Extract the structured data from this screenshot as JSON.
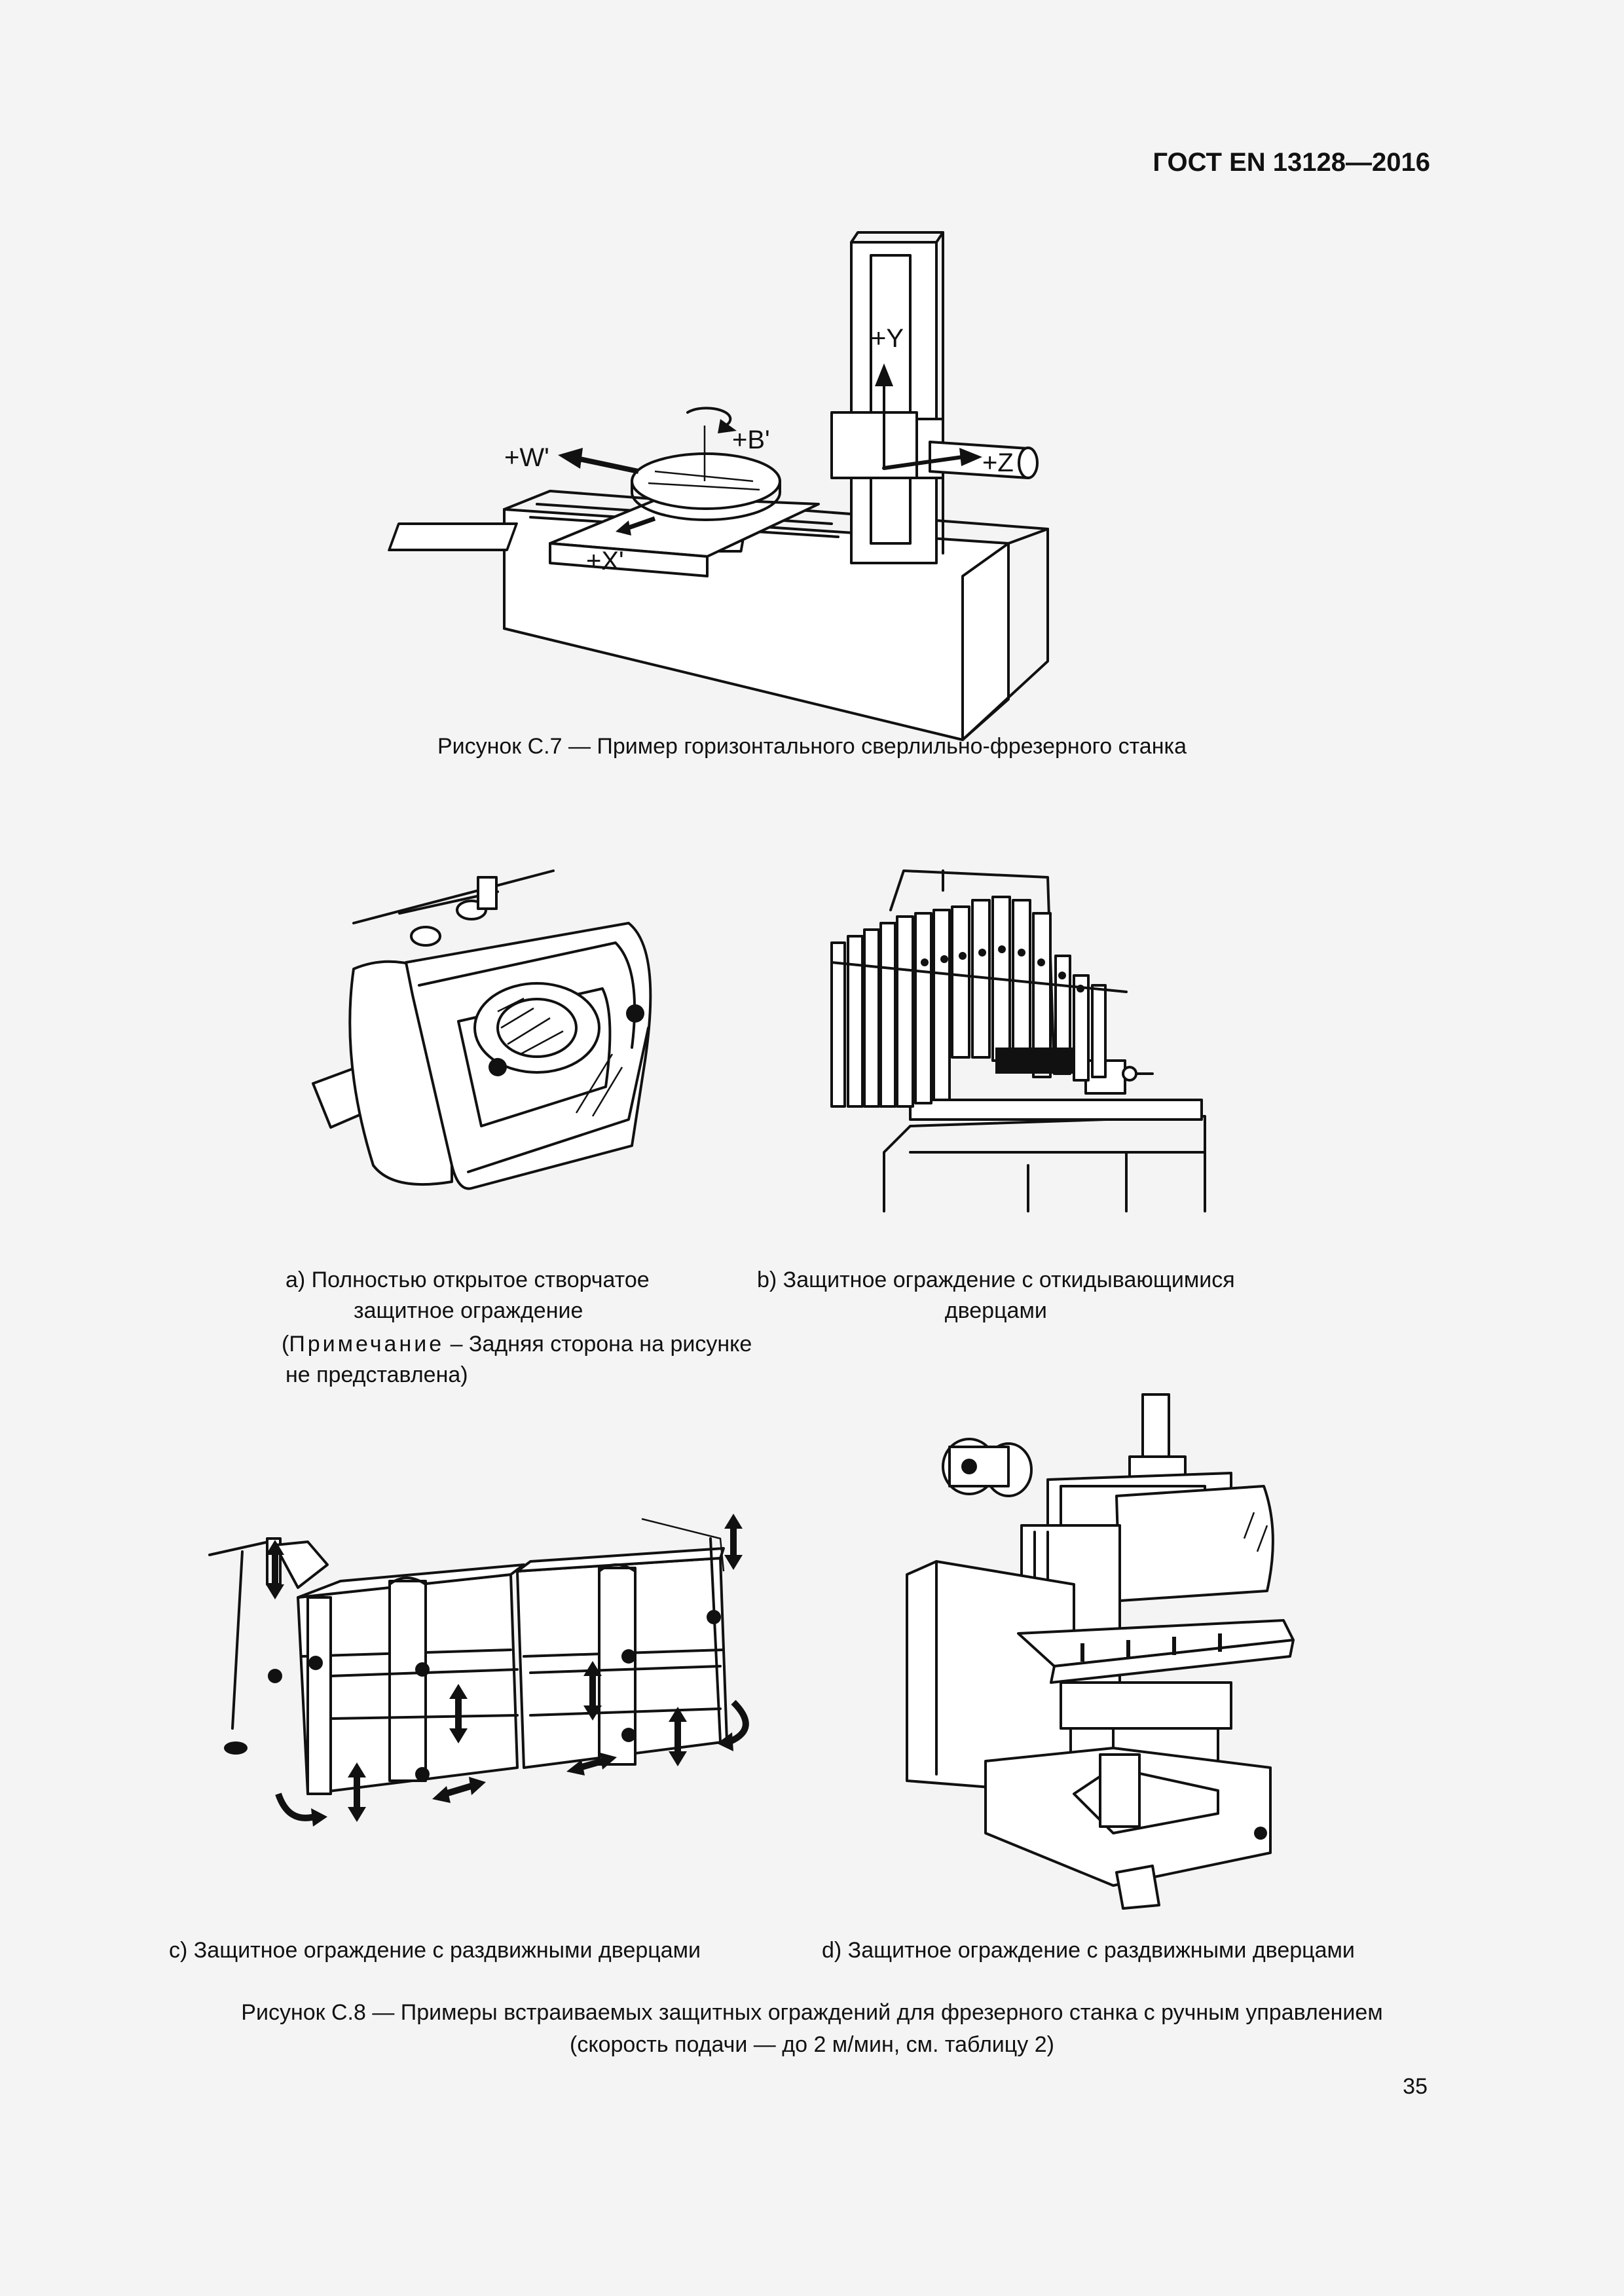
{
  "header": {
    "standard": "ГОСТ EN 13128—2016"
  },
  "figure_c7": {
    "axes": {
      "y": "+Y",
      "z": "+Z",
      "w": "+W'",
      "b": "+B'",
      "x": "+X'"
    },
    "caption": "Рисунок С.7 — Пример горизонтального сверлильно-фрезерного станка"
  },
  "figure_c8": {
    "sub_a": {
      "line1": "а) Полностью открытое створчатое",
      "line2": "защитное ограждение"
    },
    "note": {
      "open": "(",
      "label": "Примечание",
      "text": " – Задняя сторона на рисунке",
      "line2": "не представлена)"
    },
    "sub_b": {
      "line1": "b) Защитное ограждение с откидывающимися",
      "line2": "дверцами"
    },
    "sub_c": "с) Защитное ограждение с раздвижными дверцами",
    "sub_d": "d) Защитное ограждение с раздвижными дверцами",
    "caption_line1": "Рисунок С.8 — Примеры встраиваемых защитных ограждений для фрезерного станка с ручным управлением",
    "caption_line2": "(скорость подачи — до 2 м/мин, см. таблицу 2)"
  },
  "page_number": "35"
}
